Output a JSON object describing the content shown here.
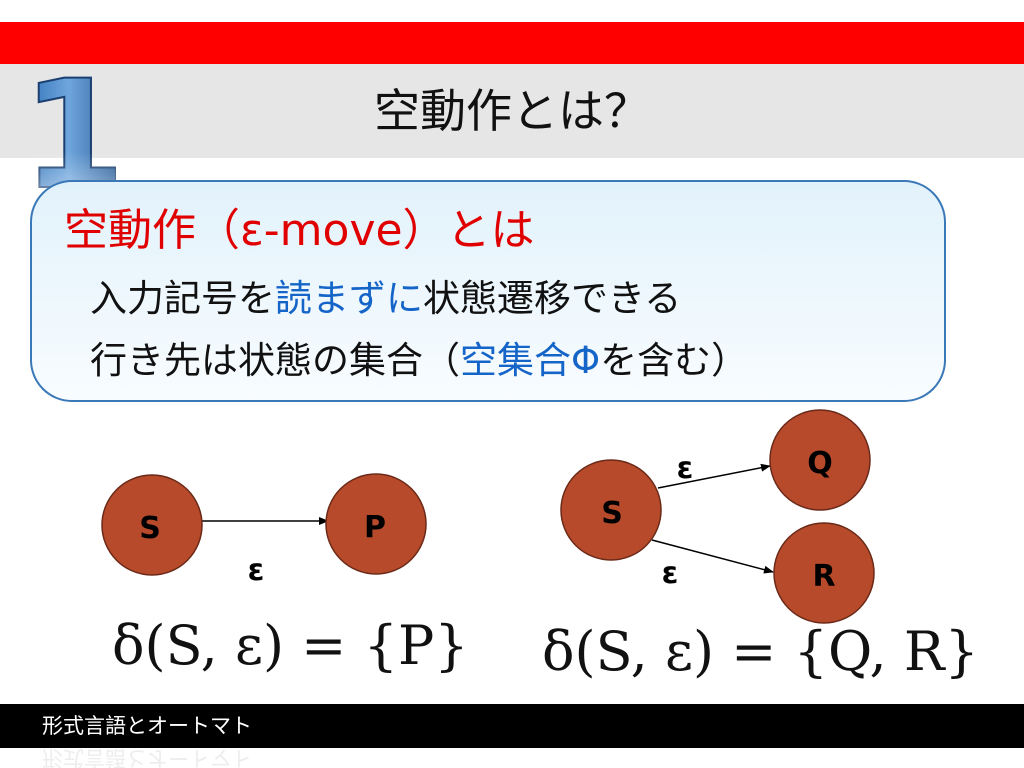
{
  "slide": {
    "number": "1",
    "title": "空動作とは？",
    "definition": {
      "heading": "空動作（ε-move）とは",
      "line1": {
        "before": "入力記号を",
        "highlight": "読まずに",
        "after": "状態遷移できる"
      },
      "line2": {
        "before": "行き先は状態の集合（",
        "highlight": "空集合Φ",
        "after": "を含む）"
      }
    },
    "footer": "形式言語とオートマト"
  },
  "diagram1": {
    "states": [
      "S",
      "P"
    ],
    "edge_label": "ε",
    "formula": "δ(S, ε) = {P}"
  },
  "diagram2": {
    "states": [
      "S",
      "Q",
      "R"
    ],
    "edge_label_upper": "ε",
    "edge_label_lower": "ε",
    "formula": "δ(S, ε) = {Q, R}"
  },
  "colors": {
    "accent_red": "#ff0000",
    "heading_red": "#e00000",
    "highlight_blue": "#1565c8",
    "state_fill": "#b84a2c",
    "box_border": "#3a78b8"
  }
}
